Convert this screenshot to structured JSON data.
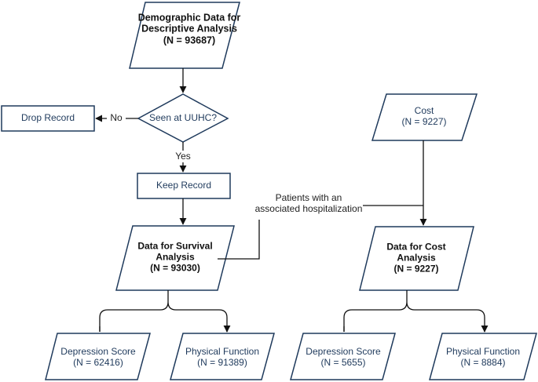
{
  "nodes": {
    "demographic": {
      "line1": "Demographic Data for",
      "line2": "Descriptive Analysis",
      "line3": "(N = 93687)"
    },
    "decision": {
      "label": "Seen at UUHC?"
    },
    "drop": {
      "label": "Drop Record"
    },
    "keep": {
      "label": "Keep Record"
    },
    "survival": {
      "line1": "Data for Survival",
      "line2": "Analysis",
      "line3": "(N = 93030)"
    },
    "cost_source": {
      "line1": "Cost",
      "line2": "(N = 9227)"
    },
    "cost_analysis": {
      "line1": "Data for Cost",
      "line2": "Analysis",
      "line3": "(N = 9227)"
    },
    "survival_depression": {
      "line1": "Depression Score",
      "line2": "(N = 62416)"
    },
    "survival_physical": {
      "line1": "Physical Function",
      "line2": "(N = 91389)"
    },
    "cost_depression": {
      "line1": "Depression Score",
      "line2": "(N = 5655)"
    },
    "cost_physical": {
      "line1": "Physical Function",
      "line2": "(N = 8884)"
    }
  },
  "edges": {
    "no_label": "No",
    "yes_label": "Yes",
    "hospitalization_line1": "Patients with an",
    "hospitalization_line2": "associated hospitalization"
  },
  "colors": {
    "shape_stroke": "#1f3a5c",
    "connector": "#111111",
    "text": "#1f3a5c"
  }
}
